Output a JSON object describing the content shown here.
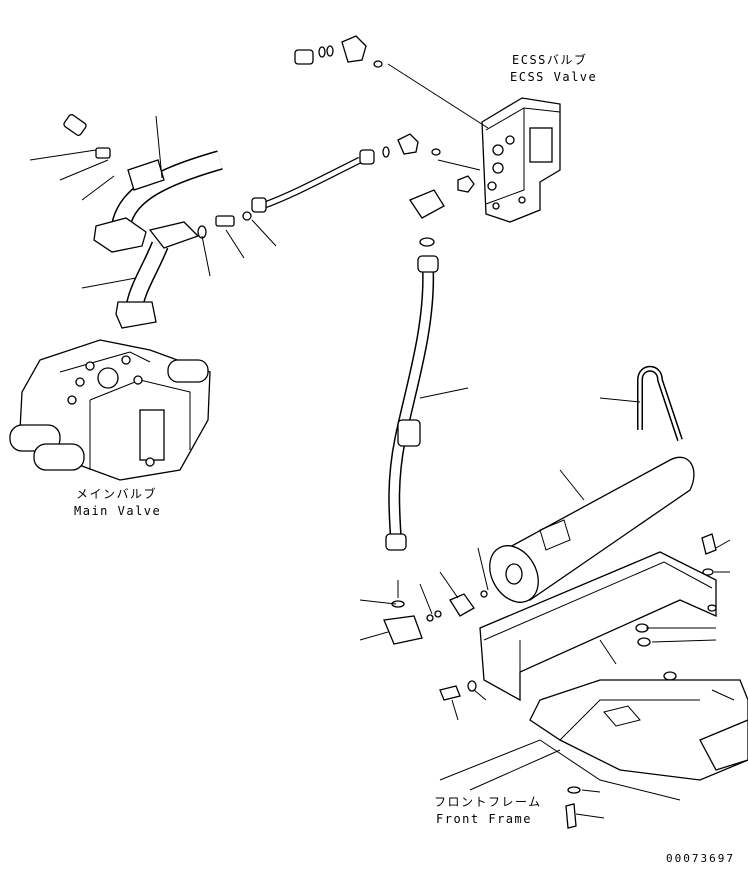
{
  "labels": {
    "ecss_valve_jp": "ECSSバルブ",
    "ecss_valve_en": "ECSS Valve",
    "main_valve_jp": "メインバルブ",
    "main_valve_en": "Main Valve",
    "front_frame_jp": "フロントフレーム",
    "front_frame_en": "Front Frame"
  },
  "drawing_code": "00073697",
  "colors": {
    "line": "#000000",
    "background": "#ffffff"
  }
}
